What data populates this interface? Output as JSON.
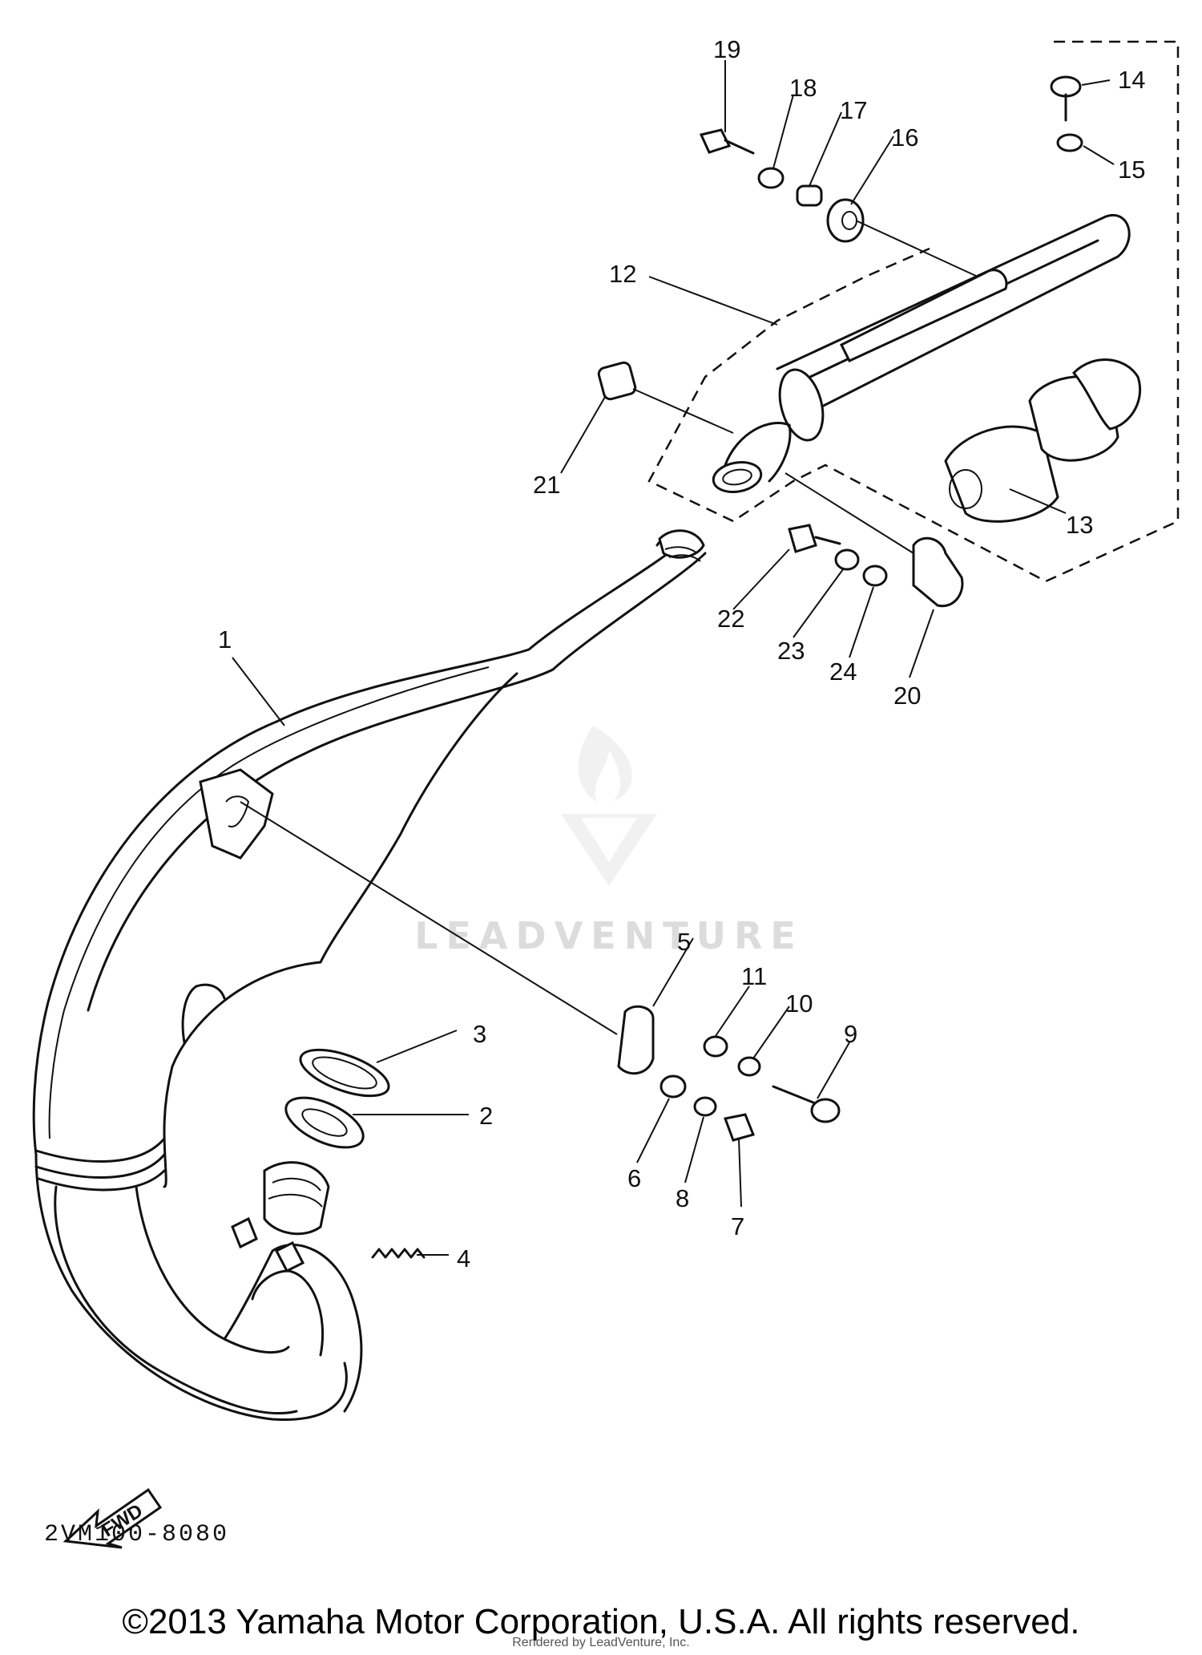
{
  "diagram": {
    "callouts": [
      "1",
      "2",
      "3",
      "4",
      "5",
      "6",
      "7",
      "8",
      "9",
      "10",
      "11",
      "12",
      "13",
      "14",
      "15",
      "16",
      "17",
      "18",
      "19",
      "20",
      "21",
      "22",
      "23",
      "24"
    ],
    "fwd_label": "FWD",
    "watermark": "LEADVENTURE",
    "drawing_code": "2VM100-8080"
  },
  "footer": {
    "copyright": "©2013 Yamaha Motor Corporation, U.S.A. All rights reserved.",
    "rendered_by": "Rendered by LeadVenture, Inc."
  }
}
